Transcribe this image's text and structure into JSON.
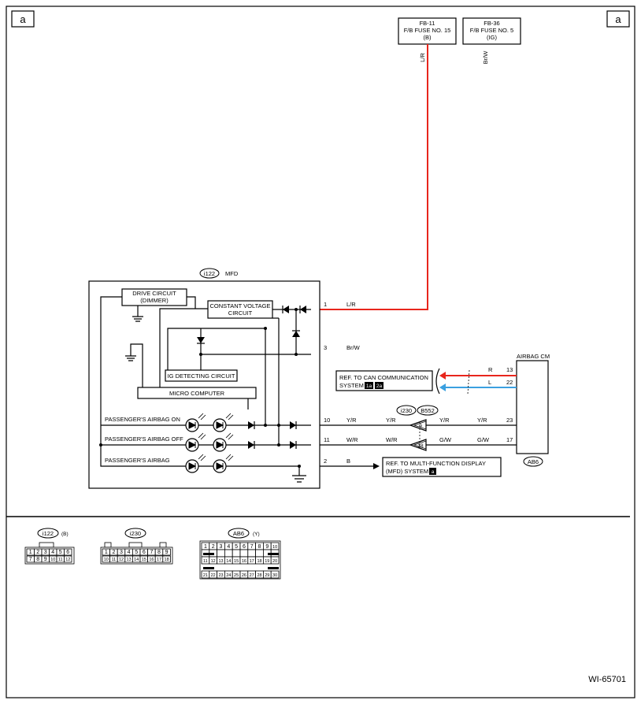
{
  "page": {
    "corner_left": "a",
    "corner_right": "a",
    "diagram_id": "WI-65701"
  },
  "fuses": [
    {
      "line1": "FB-11",
      "line2": "F/B FUSE NO. 15",
      "line3": "(B)",
      "wire": "L/R"
    },
    {
      "line1": "FB-36",
      "line2": "F/B FUSE NO. 5",
      "line3": "(IG)",
      "wire": "Br/W"
    }
  ],
  "mfd": {
    "connector": "i122",
    "name": "MFD",
    "drive_circuit": [
      "DRIVE CIRCUIT",
      "(DIMMER)"
    ],
    "constant_voltage": [
      "CONSTANT VOLTAGE",
      "CIRCUIT"
    ],
    "ig_detecting": "IG DETECTING CIRCUIT",
    "micro_computer": "MICRO COMPUTER",
    "lamps": [
      "PASSENGER'S AIRBAG ON",
      "PASSENGER'S AIRBAG OFF",
      "PASSENGER'S AIRBAG"
    ]
  },
  "pins": [
    {
      "pin": "1",
      "wire": "L/R"
    },
    {
      "pin": "3",
      "wire": "Br/W"
    },
    {
      "pin": "10",
      "wire": "Y/R"
    },
    {
      "pin": "11",
      "wire": "W/R"
    },
    {
      "pin": "2",
      "wire": "B"
    }
  ],
  "harness": {
    "conn1": "i230",
    "conn2": "B552",
    "top_in": "Y/R",
    "top_out": "Y/R",
    "top_pin": "9",
    "bot_in": "W/R",
    "bot_out": "G/W",
    "bot_pin": "18"
  },
  "airbag_cm": {
    "title": "AIRBAG CM",
    "connector": "AB6",
    "pins": [
      {
        "pin": "13",
        "wire": "R"
      },
      {
        "pin": "22",
        "wire": "L"
      },
      {
        "pin": "23",
        "wire": "Y/R"
      },
      {
        "pin": "17",
        "wire": "G/W"
      }
    ]
  },
  "refs": {
    "can": {
      "line1": "REF. TO CAN COMMUNICATION",
      "line2": "SYSTEM",
      "tag1": "1a",
      "tag2": "2a"
    },
    "mfd": {
      "line1": "REF. TO MULTI-FUNCTION DISPLAY",
      "line2": "(MFD) SYSTEM",
      "tag": "a"
    }
  },
  "connectors": {
    "i122": {
      "name": "i122",
      "color": "(B)",
      "row1": [
        "1",
        "2",
        "3",
        "4",
        "5",
        "6"
      ],
      "row2": [
        "7",
        "8",
        "9",
        "10",
        "11",
        "12"
      ]
    },
    "i230": {
      "name": "i230",
      "row1": [
        "1",
        "2",
        "3",
        "4",
        "5",
        "6",
        "7",
        "8",
        "9"
      ],
      "row2": [
        "10",
        "11",
        "12",
        "13",
        "14",
        "15",
        "16",
        "17",
        "18"
      ]
    },
    "AB6": {
      "name": "AB6",
      "color": "(Y)",
      "row1": [
        "1",
        "2",
        "3",
        "4",
        "5",
        "6",
        "7",
        "8",
        "9",
        "10"
      ],
      "row2": [
        "11",
        "12",
        "13",
        "14",
        "15",
        "16",
        "17",
        "18",
        "19",
        "20"
      ],
      "row3": [
        "21",
        "22",
        "23",
        "24",
        "25",
        "26",
        "27",
        "28",
        "29",
        "30"
      ]
    }
  },
  "colors": {
    "power_wire": "#e8261c",
    "can_low_wire": "#3aa0e0",
    "line": "#000000"
  }
}
